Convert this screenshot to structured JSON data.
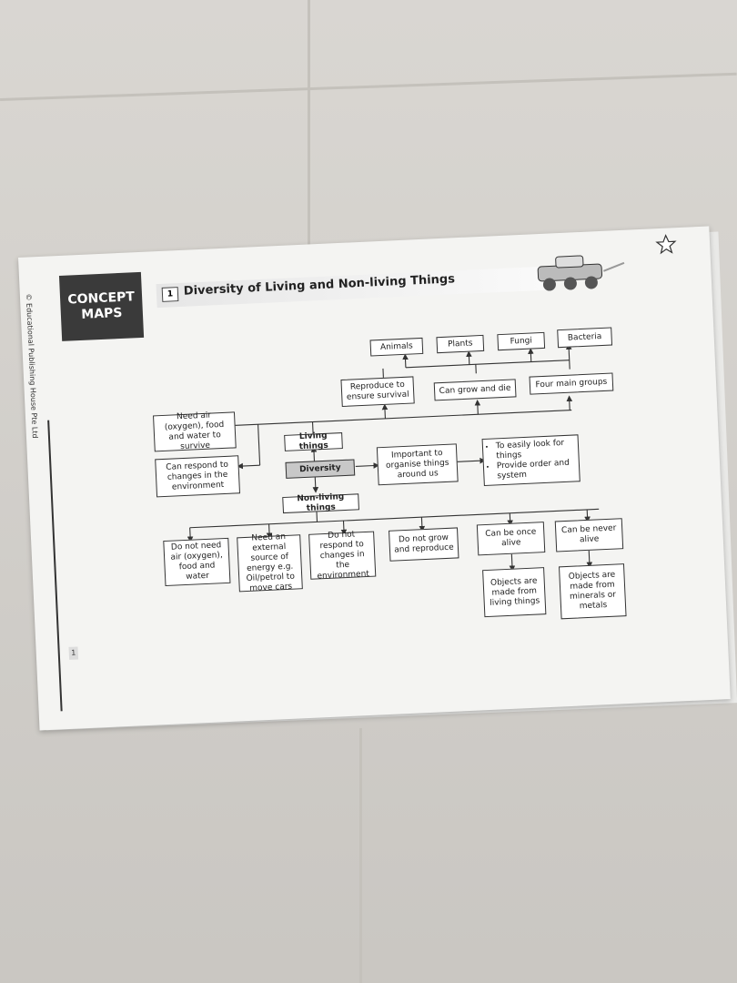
{
  "badge": {
    "line1": "CONCEPT",
    "line2": "MAPS"
  },
  "title": {
    "number": "1",
    "text": "Diversity of Living and Non-living Things"
  },
  "copyright": "© Educational Publishing House Pte Ltd",
  "page_number": "1",
  "nodes": {
    "animals": "Animals",
    "plants": "Plants",
    "fungi": "Fungi",
    "bacteria": "Bacteria",
    "reproduce": "Reproduce to ensure survival",
    "grow_die": "Can grow and die",
    "four_groups": "Four main groups",
    "need_air": "Need air (oxygen), food and water to survive",
    "living_things": "Living things",
    "respond": "Can respond to changes in the environment",
    "diversity": "Diversity",
    "important": "Important to organise things around us",
    "look_for": "To easily look for things",
    "provide_order": "Provide order and system",
    "non_living": "Non-living things",
    "no_air": "Do not need air (oxygen), food and water",
    "external_energy": "Need an external source of energy e.g. Oil/petrol to move cars",
    "no_respond": "Do not respond to changes in the environment",
    "no_grow": "Do not grow and reproduce",
    "once_alive": "Can be once alive",
    "never_alive": "Can be never alive",
    "once_made": "Objects are made from living things",
    "never_made": "Objects are made from minerals or metals"
  }
}
